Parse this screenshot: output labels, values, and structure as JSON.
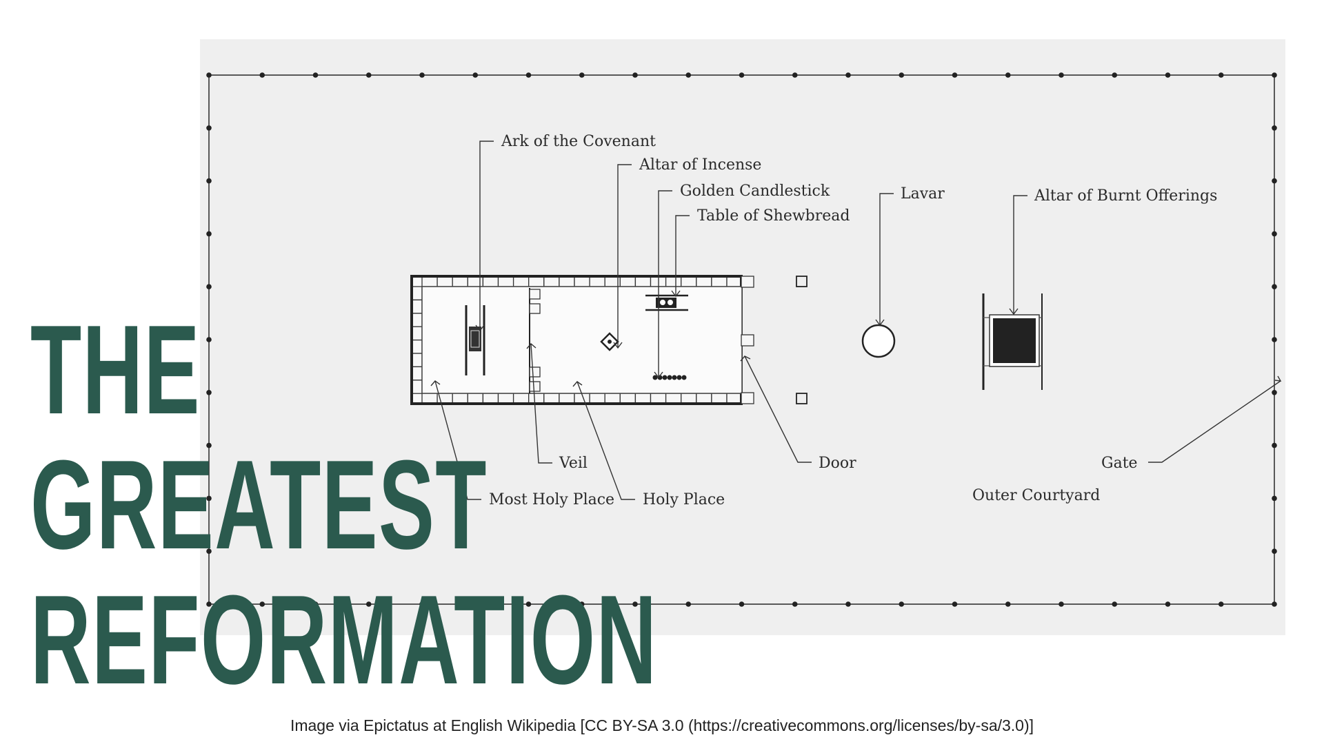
{
  "title": {
    "line1": "THE",
    "line2": "GREATEST",
    "line3": "REFORMATION"
  },
  "credit": "Image via Epictatus at English Wikipedia [CC BY-SA 3.0 (https://creativecommons.org/licenses/by-sa/3.0)]",
  "diagram": {
    "labels": {
      "ark": "Ark of the Covenant",
      "altar_incense": "Altar of Incense",
      "candlestick": "Golden Candlestick",
      "shewbread": "Table of Shewbread",
      "lavar": "Lavar",
      "altar_burnt": "Altar of Burnt Offerings",
      "veil": "Veil",
      "most_holy": "Most Holy Place",
      "holy_place": "Holy Place",
      "door": "Door",
      "gate": "Gate",
      "courtyard": "Outer Courtyard"
    }
  },
  "colors": {
    "title": "#2b5a4e",
    "diagram_background": "#efefef",
    "lines": "#333333"
  }
}
